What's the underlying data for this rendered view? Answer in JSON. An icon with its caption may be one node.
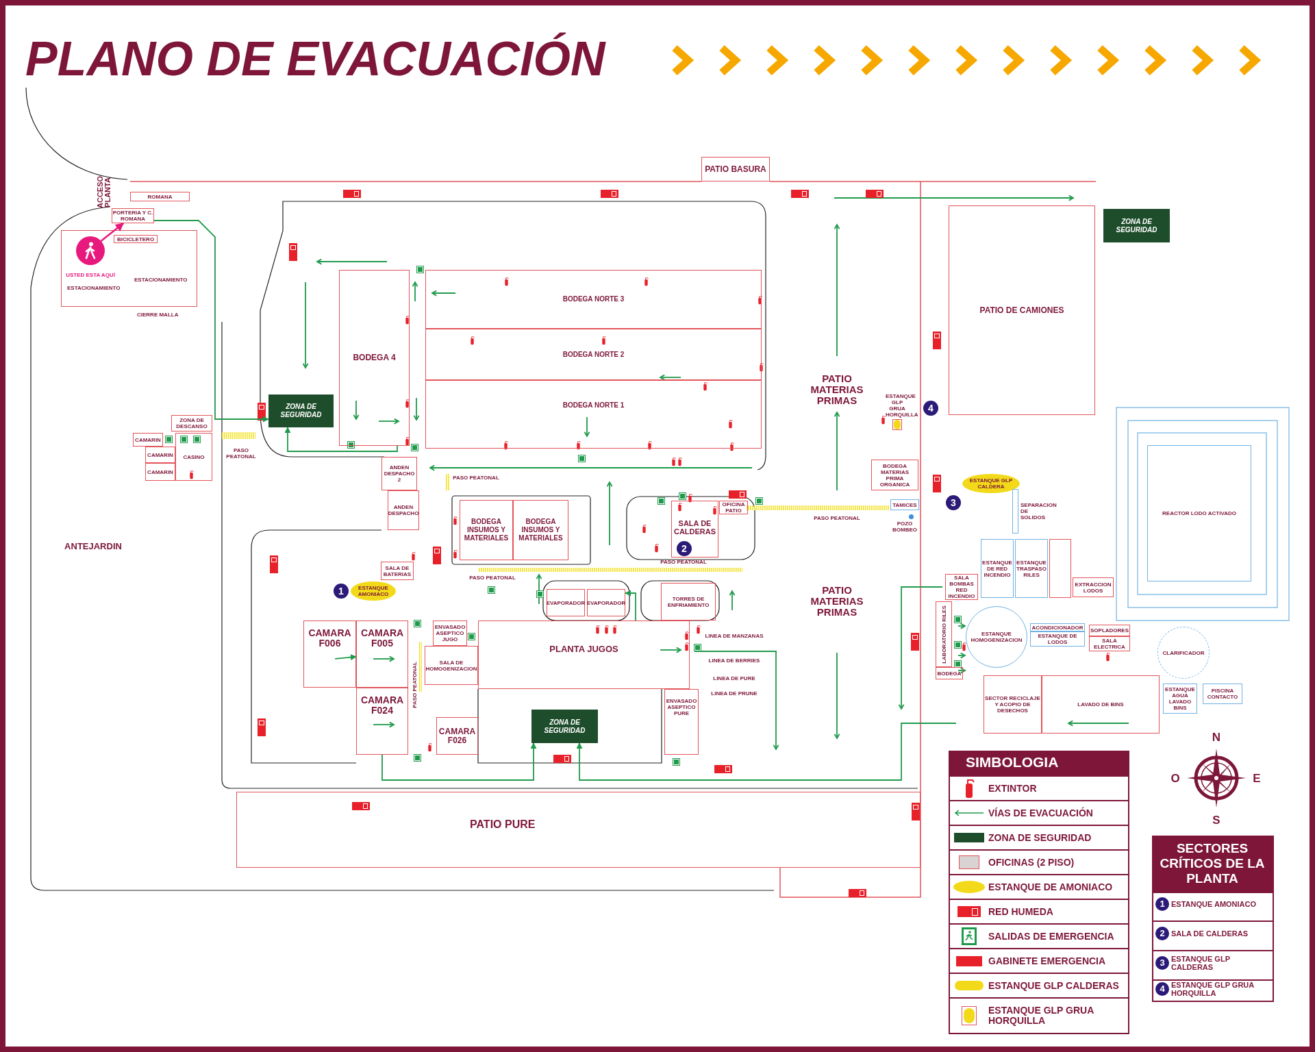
{
  "diagram": {
    "title": "PLANO DE EVACUACIÓN",
    "nodes": [
      {
        "text": [
          "PATIO BASURA"
        ]
      },
      {
        "text": [
          "ROMANA"
        ]
      },
      {
        "text": [
          "PORTERIA Y C. ROMANA"
        ]
      },
      {
        "text": [
          "ESTACIONAMIENTO",
          "ESTACIONAMIENTO"
        ],
        "beside": [
          "CIERRE MALLA"
        ]
      },
      {
        "text": [
          "BICICLETERO"
        ],
        "in": 3
      },
      {
        "text": [
          "USTED ESTA AQUÍ"
        ],
        "in": 3
      },
      {
        "text": [
          "ZONA DE DESCANSO"
        ]
      },
      {
        "text": [
          "CAMARIN"
        ]
      },
      {
        "text": [
          "CAMARIN"
        ]
      },
      {
        "text": [
          "CAMARIN"
        ]
      },
      {
        "text": [
          "CASINO"
        ]
      },
      {
        "text": [
          "ZONA DE SEGURIDAD"
        ]
      },
      {
        "text": [
          "BODEGA 4"
        ]
      },
      {
        "text": [
          "BODEGA NORTE 3"
        ]
      },
      {
        "text": [
          "BODEGA NORTE 2"
        ]
      },
      {
        "text": [
          "BODEGA NORTE 1"
        ]
      },
      {
        "text": [
          "ANDEN DESPACHO 2"
        ]
      },
      {
        "text": [
          "ANDEN DESPACHO"
        ]
      },
      {
        "text": [
          "SALA DE BATERIAS"
        ]
      },
      {
        "text": [
          "ESTANQUE AMONIACO"
        ]
      },
      {
        "text": [
          "CAMARA F006"
        ]
      },
      {
        "text": [
          "CAMARA F005"
        ]
      },
      {
        "text": [
          "CAMARA F024"
        ]
      },
      {
        "text": [
          "ENVASADO ASEPTICO JUGO"
        ]
      },
      {
        "text": [
          "SALA DE HOMOGENIZACION"
        ]
      },
      {
        "text": [
          "CAMARA F026"
        ]
      },
      {
        "text": [
          "PLANTA JUGOS"
        ]
      },
      {
        "text": [
          "ZONA DE SEGURIDAD"
        ]
      },
      {
        "text": [
          "BODEGA INSUMOS Y MATERIALES"
        ]
      },
      {
        "text": [
          "BODEGA INSUMOS Y MATERIALES"
        ]
      },
      {
        "text": [
          "SALA DE CALDERAS"
        ]
      },
      {
        "text": [
          "OFICINA PATIO"
        ]
      },
      {
        "text": [
          "EVAPORADOR"
        ]
      },
      {
        "text": [
          "EVAPORADOR"
        ]
      },
      {
        "text": [
          "TORRES DE ENFRIAMIENTO"
        ]
      },
      {
        "text": [
          "ENVASADO ASEPTICO PURE"
        ]
      },
      {
        "text": [
          "PATIO PURE"
        ]
      },
      {
        "text": [
          "PATIO DE CAMIONES"
        ]
      },
      {
        "text": [
          "ZONA DE SEGURIDAD"
        ]
      },
      {
        "text": [
          "ESTANQUE GLP GRUA HORQUILLA"
        ]
      },
      {
        "text": [
          "BODEGA MATERIAS PRIMA ORGANICA"
        ]
      },
      {
        "text": [
          "ESTANQUE GLP CALDERA"
        ]
      },
      {
        "text": [
          "TAMICES"
        ]
      },
      {
        "text": [
          "SEPARACION DE SOLIDOS"
        ]
      },
      {
        "text": [
          "ESTANQUE DE RED INCENDIO"
        ]
      },
      {
        "text": [
          "ESTANQUE TRASPASO RILES"
        ]
      },
      {
        "text": [
          "SALA BOMBAS RED INCENDIO"
        ]
      },
      {
        "text": [
          "EXTRACCION LODOS"
        ]
      },
      {
        "text": [
          "REACTOR LODO ACTIVADO"
        ]
      },
      {
        "text": [
          "LABORATORIO RILES"
        ]
      },
      {
        "text": [
          "BODEGA"
        ]
      },
      {
        "text": [
          "ESTANQUE HOMOGENIZACION"
        ]
      },
      {
        "text": [
          "ACONDICIONADOR"
        ]
      },
      {
        "text": [
          "ESTANQUE DE LODOS"
        ]
      },
      {
        "text": [
          "SOPLADORES"
        ]
      },
      {
        "text": [
          "SALA ELECTRICA"
        ]
      },
      {
        "text": [
          "CLARIFICADOR"
        ]
      },
      {
        "text": [
          "ESTANQUE AGUA LAVADO BINS"
        ]
      },
      {
        "text": [
          "PISCINA CONTACTO"
        ]
      },
      {
        "text": [
          "SECTOR RECICLAJE Y ACOPIO DE DESECHOS"
        ]
      },
      {
        "text": [
          "LAVADO DE BINS"
        ]
      },
      {
        "text": [],
        "shape": "box"
      }
    ],
    "edges": [
      {
        "from": 5,
        "to": 2,
        "arrow": "to",
        "color": "#e8197d"
      },
      {
        "from": 2,
        "to": 11,
        "arrow": "to"
      },
      {
        "from": 12,
        "to": 11,
        "arrow": "to"
      },
      {
        "from": 22,
        "to": 27,
        "arrow": "to"
      },
      {
        "from": null,
        "to": 27,
        "arrow": "to"
      },
      {
        "from": 26,
        "to": 33,
        "arrow": "to"
      },
      {
        "from": 20,
        "to": 21,
        "arrow": "to"
      }
    ],
    "labels": [
      "ACCESO PLANTA",
      "ANTEJARDIN",
      "PASO PEATONAL",
      "PASO PEATONAL",
      "PASO PEATONAL",
      "PASO PEATONAL",
      "PASO PEATONAL",
      "PASO PEATONAL",
      "PATIO MATERIAS PRIMAS",
      "PATIO MATERIAS PRIMAS",
      "LINEA DE MANZANAS",
      "LINEA DE BERRIES",
      "LINEA DE PURE",
      "LINEA DE PRUNE",
      "POZO BOMBEO",
      "1",
      "2",
      "3",
      "4",
      "SIMBOLOGIA",
      "N",
      "O",
      "E",
      "S",
      "SECTORES CRÍTICOS DE LA PLANTA",
      "1",
      "ESTANQUE AMONIACO",
      "2",
      "SALA DE CALDERAS",
      "3",
      "ESTANQUE GLP CALDERAS",
      "4",
      "ESTANQUE GLP GRUA HORQUILLA"
    ],
    "legend": [
      {
        "text": "EXTINTOR"
      },
      {
        "text": "VÍAS DE EVACUACIÓN"
      },
      {
        "text": "ZONA DE SEGURIDAD",
        "color": "#1e4d2b"
      },
      {
        "text": "OFICINAS (2 PISO)",
        "color": "#d9d3d3"
      },
      {
        "text": "ESTANQUE DE AMONIACO"
      },
      {
        "text": "RED HUMEDA"
      },
      {
        "text": "SALIDAS DE EMERGENCIA"
      },
      {
        "text": "GABINETE EMERGENCIA"
      },
      {
        "text": "ESTANQUE GLP CALDERAS"
      },
      {
        "text": "ESTANQUE GLP GRUA HORQUILLA"
      }
    ]
  }
}
